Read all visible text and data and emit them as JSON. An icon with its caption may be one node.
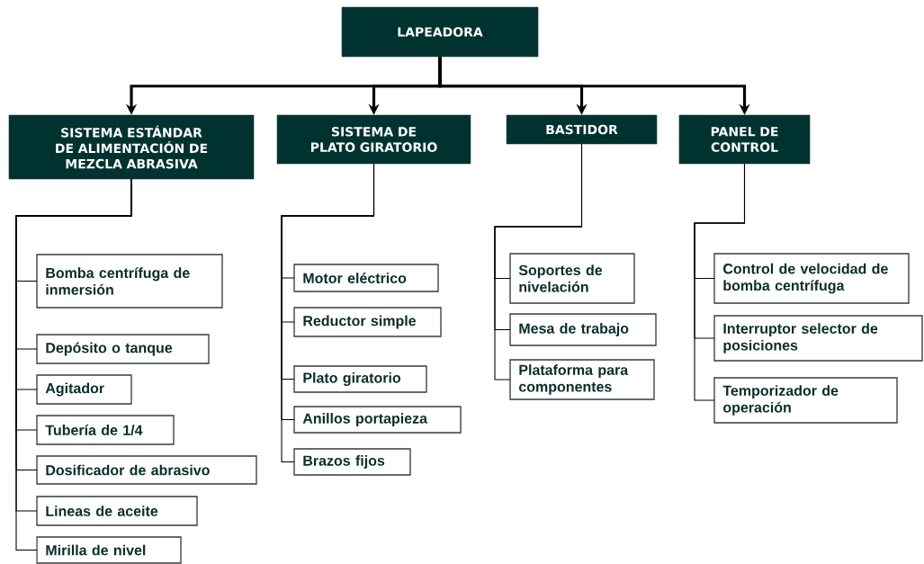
{
  "diagram": {
    "nodes": [
      {
        "text": [
          "LAPEADORA"
        ]
      },
      {
        "text": [
          "SISTEMA ESTÁNDAR DE ALIMENTACIÓN DE MEZCLA ABRASIVA"
        ]
      },
      {
        "text": [
          "SISTEMA DE PLATO GIRATORIO"
        ]
      },
      {
        "text": [
          "BASTIDOR"
        ]
      },
      {
        "text": [
          "PANEL DE CONTROL"
        ]
      },
      {
        "text": [
          "Bomba centrífuga de inmersión"
        ]
      },
      {
        "text": [
          "Depósito o tanque"
        ]
      },
      {
        "text": [
          "Agitador"
        ]
      },
      {
        "text": [
          "Tubería de 1/4"
        ]
      },
      {
        "text": [
          "Dosificador de abrasivo"
        ]
      },
      {
        "text": [
          "Lineas de aceite"
        ]
      },
      {
        "text": [
          "Mirilla de nivel"
        ]
      },
      {
        "text": [
          "Motor eléctrico"
        ]
      },
      {
        "text": [
          "Reductor simple"
        ]
      },
      {
        "text": [
          "Plato giratorio"
        ]
      },
      {
        "text": [
          "Anillos portapieza"
        ]
      },
      {
        "text": [
          "Brazos fijos"
        ]
      },
      {
        "text": [
          "Soportes de nivelación"
        ]
      },
      {
        "text": [
          "Mesa de trabajo"
        ]
      },
      {
        "text": [
          "Plataforma para componentes"
        ]
      },
      {
        "text": [
          "Control de velocidad de bomba centrífuga"
        ]
      },
      {
        "text": [
          "Interruptor selector de posiciones"
        ]
      },
      {
        "text": [
          "Temporizador de operación"
        ]
      }
    ],
    "edges": [
      {
        "from": 0,
        "to": 1,
        "arrow": "to",
        "style": "thick"
      },
      {
        "from": 0,
        "to": 2,
        "arrow": "to",
        "style": "thick"
      },
      {
        "from": 0,
        "to": 3,
        "arrow": "to",
        "style": "thick"
      },
      {
        "from": 0,
        "to": 4,
        "arrow": "to",
        "style": "thick"
      },
      {
        "from": 1,
        "to": 5,
        "arrow": "none"
      },
      {
        "from": 1,
        "to": 6,
        "arrow": "none"
      },
      {
        "from": 1,
        "to": 7,
        "arrow": "none"
      },
      {
        "from": 1,
        "to": 8,
        "arrow": "none"
      },
      {
        "from": 1,
        "to": 9,
        "arrow": "none"
      },
      {
        "from": 1,
        "to": 10,
        "arrow": "none"
      },
      {
        "from": 1,
        "to": 11,
        "arrow": "none"
      },
      {
        "from": 2,
        "to": 12,
        "arrow": "none"
      },
      {
        "from": 2,
        "to": 13,
        "arrow": "none"
      },
      {
        "from": 2,
        "to": 14,
        "arrow": "none"
      },
      {
        "from": 2,
        "to": 15,
        "arrow": "none"
      },
      {
        "from": 2,
        "to": 16,
        "arrow": "none"
      },
      {
        "from": 3,
        "to": 17,
        "arrow": "none"
      },
      {
        "from": 3,
        "to": 18,
        "arrow": "none"
      },
      {
        "from": 3,
        "to": 19,
        "arrow": "none"
      },
      {
        "from": 4,
        "to": 20,
        "arrow": "none"
      },
      {
        "from": 4,
        "to": 21,
        "arrow": "none"
      },
      {
        "from": 4,
        "to": 22,
        "arrow": "none"
      }
    ]
  }
}
